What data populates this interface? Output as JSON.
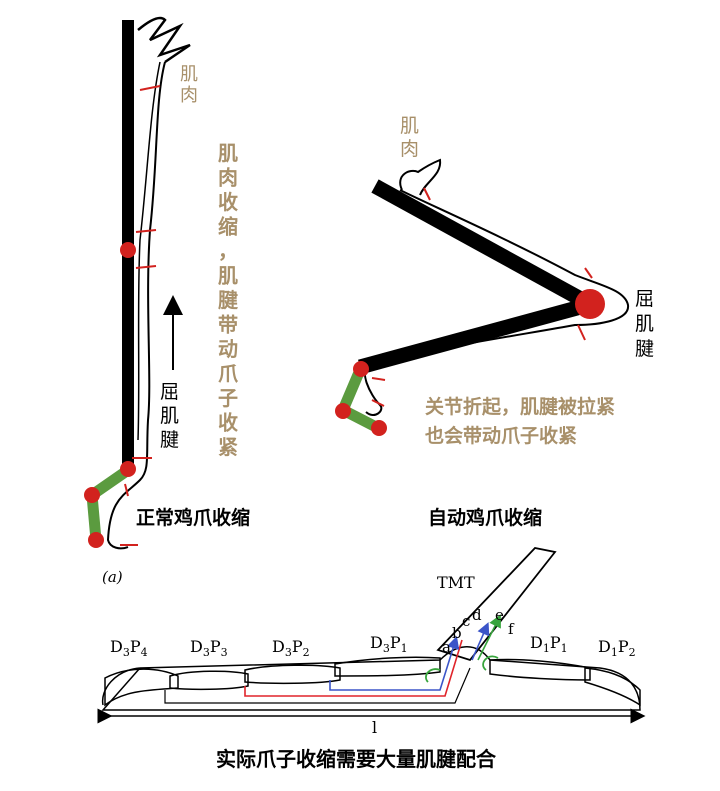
{
  "panel_a": {
    "muscle": [
      "肌",
      "肉"
    ],
    "contraction_note": [
      "肌",
      "肉",
      "收",
      "缩",
      "，",
      "肌",
      "腱",
      "带",
      "动",
      "爪",
      "子",
      "收",
      "紧"
    ],
    "flexor_tendon": [
      "屈",
      "肌",
      "腱"
    ],
    "caption": "正常鸡爪收缩",
    "label": "(a)"
  },
  "panel_b": {
    "muscle": [
      "肌",
      "肉"
    ],
    "flexor_tendon": [
      "屈",
      "肌",
      "腱"
    ],
    "note_line1": "关节折起，肌腱被拉紧",
    "note_line2": "也会带动爪子收紧",
    "caption": "自动鸡爪收缩"
  },
  "foot": {
    "tmt_label": "TMT",
    "bones": [
      {
        "main": "D",
        "s1": "3",
        "mid": "P",
        "s2": "4"
      },
      {
        "main": "D",
        "s1": "3",
        "mid": "P",
        "s2": "3"
      },
      {
        "main": "D",
        "s1": "3",
        "mid": "P",
        "s2": "2"
      },
      {
        "main": "D",
        "s1": "3",
        "mid": "P",
        "s2": "1"
      },
      {
        "main": "D",
        "s1": "1",
        "mid": "P",
        "s2": "1"
      },
      {
        "main": "D",
        "s1": "1",
        "mid": "P",
        "s2": "2"
      }
    ],
    "tendon_letters": [
      "a",
      "b",
      "c",
      "d",
      "e",
      "f"
    ],
    "length_label": "l",
    "caption": "实际爪子收缩需要大量肌腱配合"
  },
  "colors": {
    "bone": "#000000",
    "joint": "#d2221e",
    "toe": "#5b9b3f",
    "label_tan": "#a8906a",
    "tendon_red": "#e0242a",
    "tendon_blue": "#3b55c8",
    "tendon_green": "#38a53d"
  }
}
